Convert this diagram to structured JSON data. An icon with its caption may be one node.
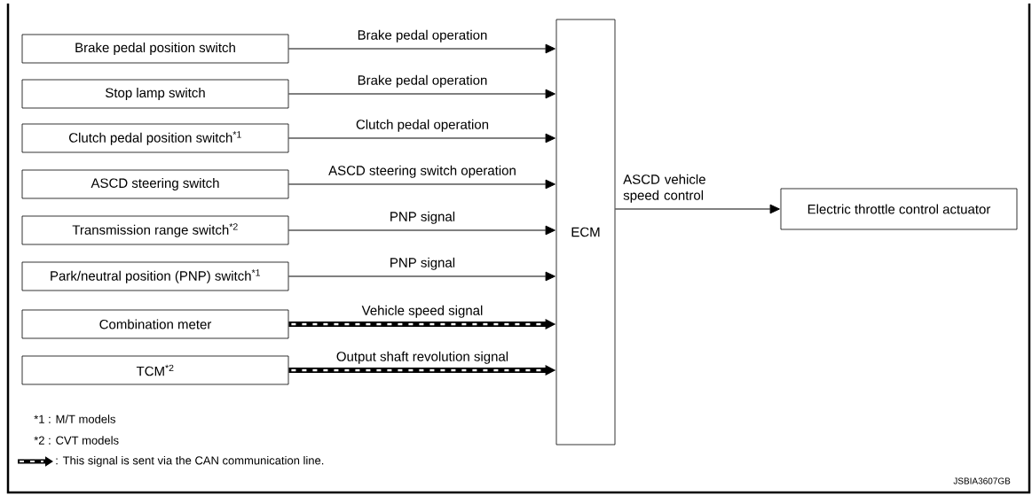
{
  "diagram": {
    "nodes": [
      {
        "text": [
          "Brake pedal position switch"
        ]
      },
      {
        "text": [
          "Stop lamp switch"
        ]
      },
      {
        "text": [
          "Clutch pedal position switch$^{*1}$"
        ]
      },
      {
        "text": [
          "ASCD steering switch"
        ]
      },
      {
        "text": [
          "Transmission range switch$^{*2}$"
        ]
      },
      {
        "text": [
          "Park/neutral position (PNP) switch$^{*1}$"
        ]
      },
      {
        "text": [
          "Combination meter"
        ]
      },
      {
        "text": [
          "TCM$^{*2}$"
        ]
      },
      {
        "text": [
          "ECM"
        ]
      },
      {
        "text": [
          "Electric throttle control actuator"
        ]
      }
    ],
    "edges": [
      {
        "from": 0,
        "to": 8,
        "arrow": "to",
        "label": "Brake pedal operation"
      },
      {
        "from": 1,
        "to": 8,
        "arrow": "to",
        "label": "Brake pedal operation"
      },
      {
        "from": 2,
        "to": 8,
        "arrow": "to",
        "label": "Clutch pedal operation"
      },
      {
        "from": 3,
        "to": 8,
        "arrow": "to",
        "label": "ASCD steering switch operation"
      },
      {
        "from": 4,
        "to": 8,
        "arrow": "to",
        "label": "PNP signal"
      },
      {
        "from": 5,
        "to": 8,
        "arrow": "to",
        "label": "PNP signal"
      },
      {
        "from": 6,
        "to": 8,
        "arrow": "to",
        "label": "Vehicle speed signal",
        "style": "thick"
      },
      {
        "from": 7,
        "to": 8,
        "arrow": "to",
        "label": "Output shaft revolution signal",
        "style": "thick"
      },
      {
        "from": 8,
        "to": 9,
        "arrow": "to",
        "label": "ASCD vehicle speed control"
      }
    ],
    "labels": [
      "*1 : M/T models",
      "*2 : CVT models",
      "JSBIA3607GB"
    ],
    "legend": [
      {
        "text": ": This signal is sent via the CAN communication line."
      }
    ]
  }
}
